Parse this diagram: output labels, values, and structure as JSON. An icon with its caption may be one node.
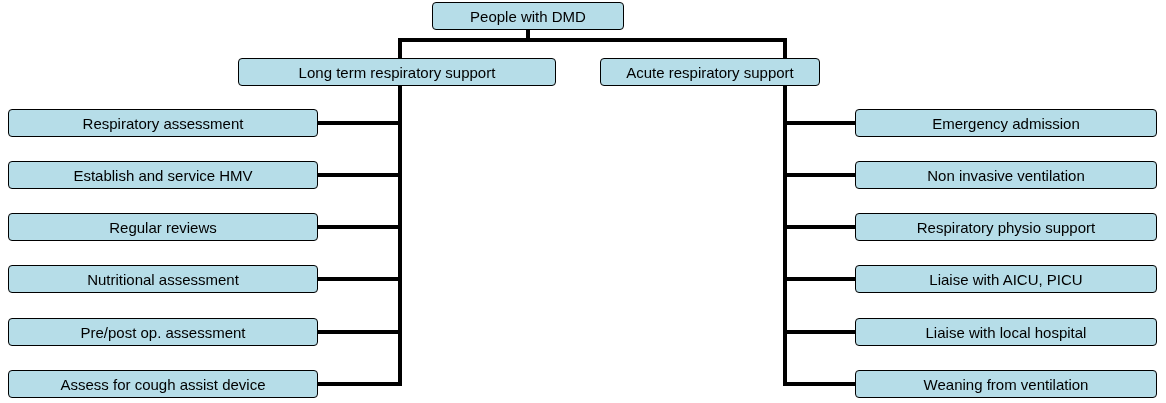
{
  "diagram": {
    "nodes": [
      {
        "text": [
          "People with DMD"
        ]
      },
      {
        "text": [
          "Long term respiratory support"
        ]
      },
      {
        "text": [
          "Acute respiratory support"
        ]
      },
      {
        "text": [
          "Respiratory assessment"
        ]
      },
      {
        "text": [
          "Establish and service HMV"
        ]
      },
      {
        "text": [
          "Regular reviews"
        ]
      },
      {
        "text": [
          "Nutritional assessment"
        ]
      },
      {
        "text": [
          "Pre/post op. assessment"
        ]
      },
      {
        "text": [
          "Assess for cough assist device"
        ]
      },
      {
        "text": [
          "Emergency admission"
        ]
      },
      {
        "text": [
          "Non invasive ventilation"
        ]
      },
      {
        "text": [
          "Respiratory physio support"
        ]
      },
      {
        "text": [
          "Liaise with AICU, PICU"
        ]
      },
      {
        "text": [
          "Liaise with local hospital"
        ]
      },
      {
        "text": [
          "Weaning from ventilation"
        ]
      }
    ],
    "edges": [
      {
        "from": 0,
        "to": 1,
        "arrow": "none"
      },
      {
        "from": 0,
        "to": 2,
        "arrow": "none"
      },
      {
        "from": 1,
        "to": 3,
        "arrow": "none"
      },
      {
        "from": 1,
        "to": 4,
        "arrow": "none"
      },
      {
        "from": 1,
        "to": 5,
        "arrow": "none"
      },
      {
        "from": 1,
        "to": 6,
        "arrow": "none"
      },
      {
        "from": 1,
        "to": 7,
        "arrow": "none"
      },
      {
        "from": 1,
        "to": 8,
        "arrow": "none"
      },
      {
        "from": 2,
        "to": 9,
        "arrow": "none"
      },
      {
        "from": 2,
        "to": 10,
        "arrow": "none"
      },
      {
        "from": 2,
        "to": 11,
        "arrow": "none"
      },
      {
        "from": 2,
        "to": 12,
        "arrow": "none"
      },
      {
        "from": 2,
        "to": 13,
        "arrow": "none"
      },
      {
        "from": 2,
        "to": 14,
        "arrow": "none"
      }
    ]
  }
}
